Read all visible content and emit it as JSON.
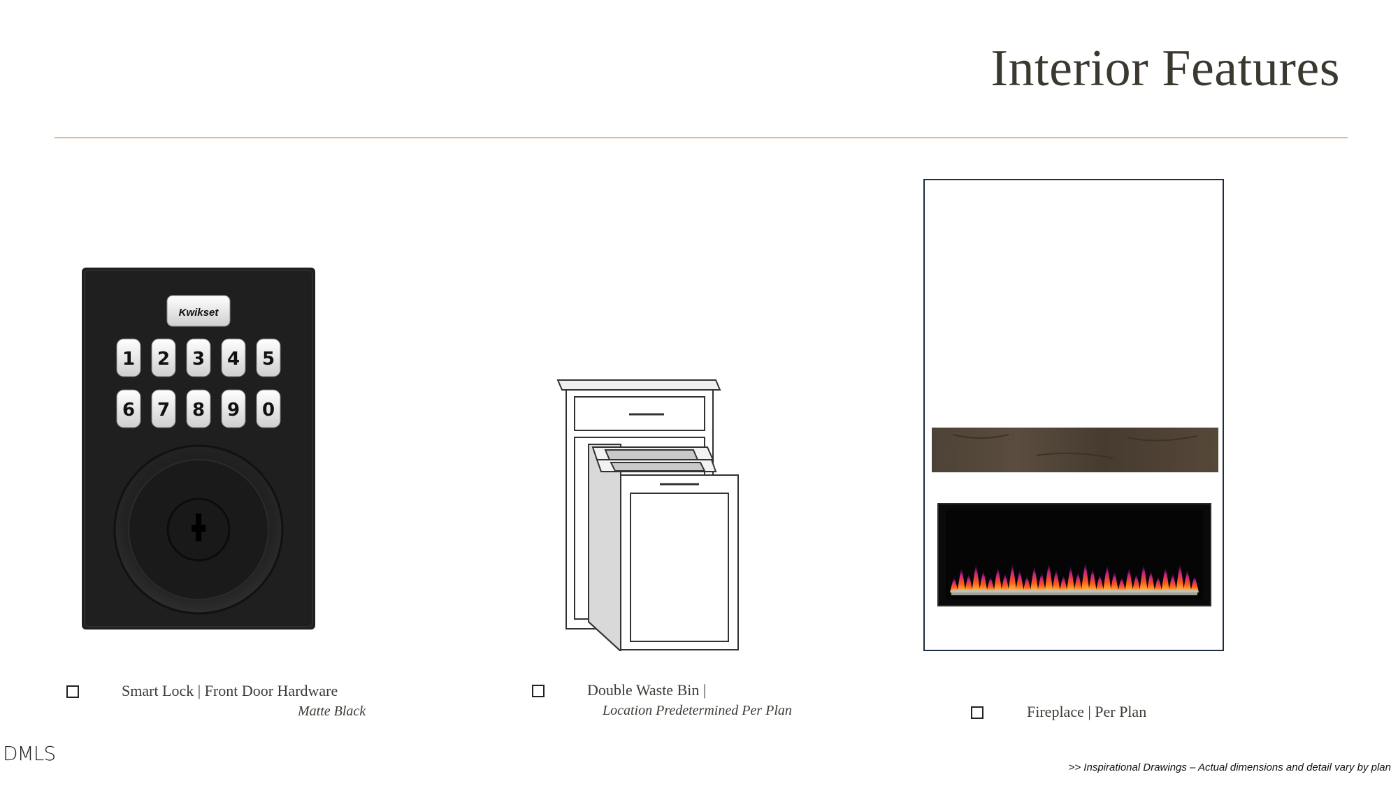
{
  "page": {
    "title": "Interior Features",
    "watermark": "DMLS",
    "footnote": ">> Inspirational Drawings – Actual dimensions and detail vary by plan",
    "accent_color": "#e7b58b"
  },
  "features": [
    {
      "name": "smart-lock",
      "label": "Smart Lock  |  Front Door Hardware",
      "sub_label": "Matte Black",
      "checked": false,
      "image": {
        "brand": "Kwikset",
        "keys_row1": [
          "1",
          "2",
          "3",
          "4",
          "5"
        ],
        "keys_row2": [
          "6",
          "7",
          "8",
          "9",
          "0"
        ],
        "body_color": "#1f1f1f"
      }
    },
    {
      "name": "double-waste-bin",
      "label": "Double Waste Bin  |",
      "sub_label": "Location Predetermined Per Plan",
      "checked": false
    },
    {
      "name": "fireplace",
      "label": "Fireplace  |  Per Plan",
      "checked": false,
      "image": {
        "mantel_color": "#4a3f33",
        "firebox_color": "#0a0a0a",
        "frame_color": "#1d2b45"
      }
    }
  ]
}
